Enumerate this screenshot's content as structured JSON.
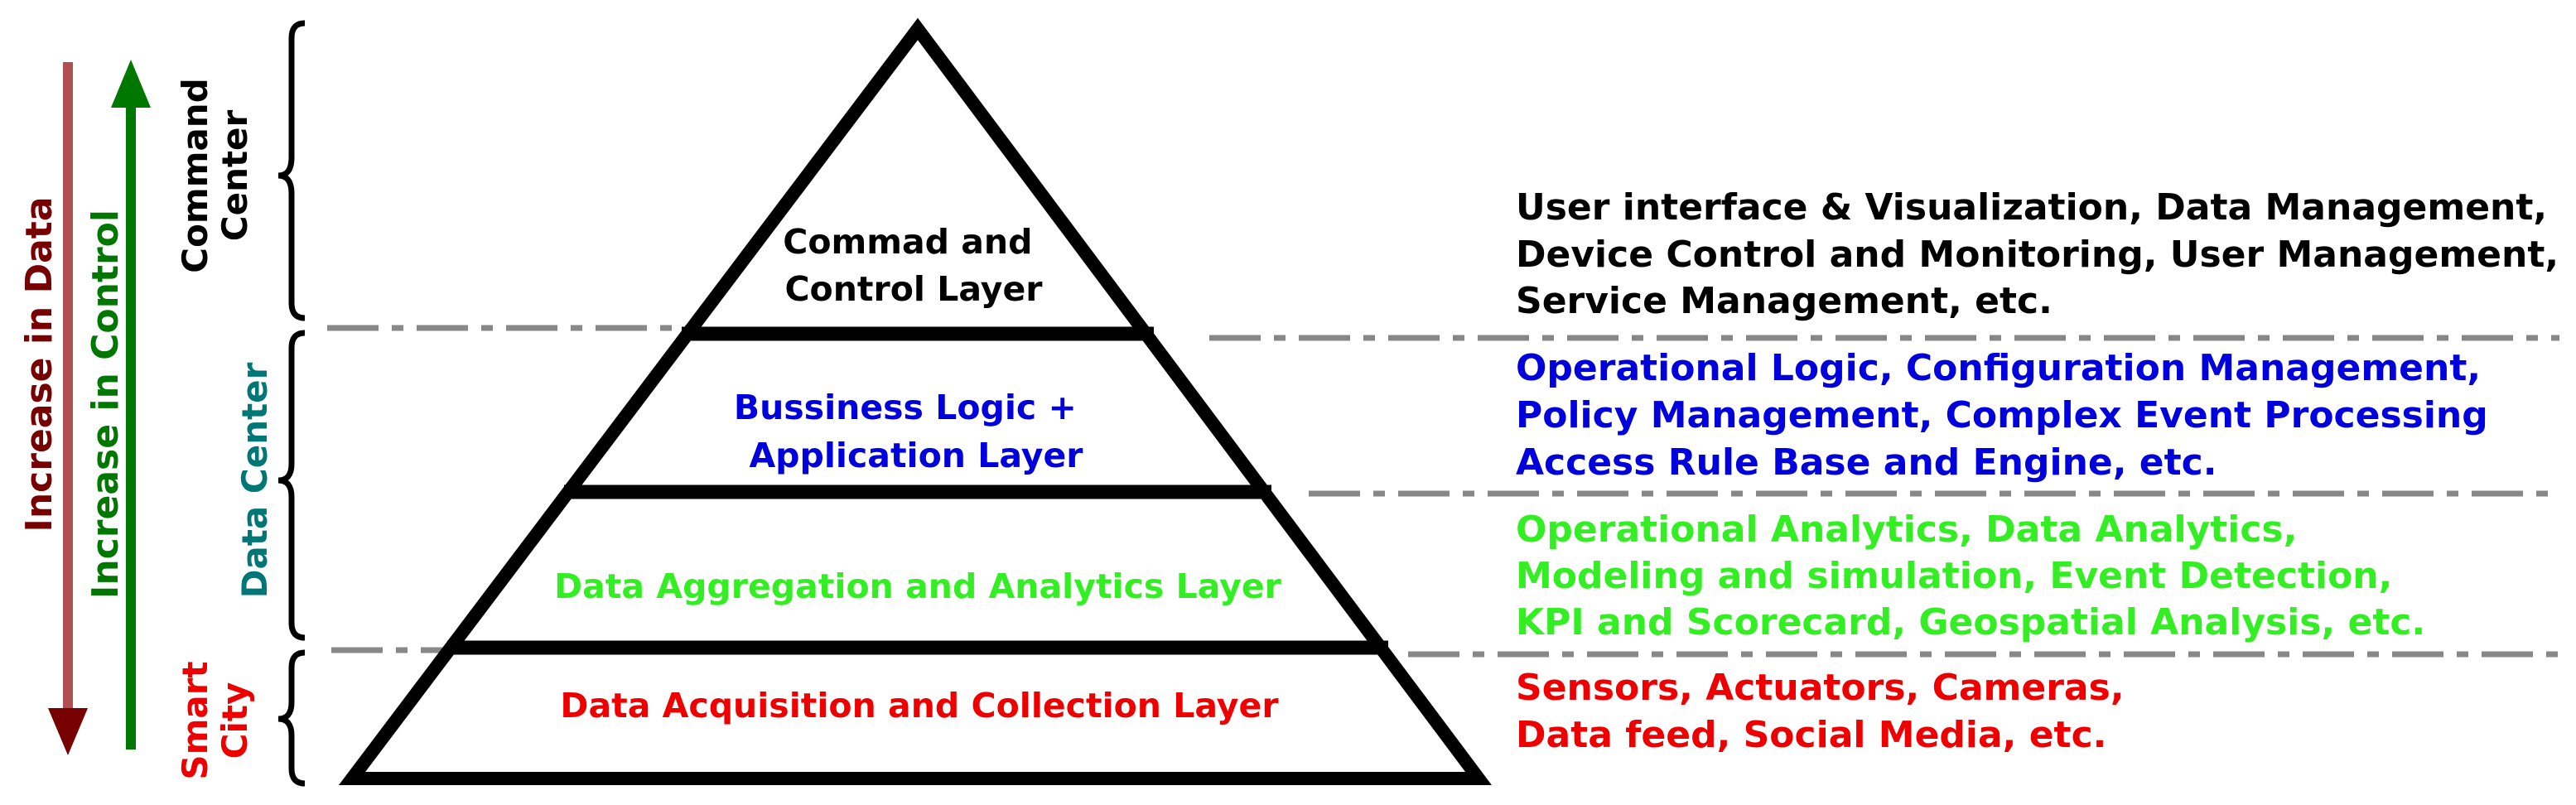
{
  "colors": {
    "black": "#000000",
    "blue": "#0000dd",
    "green": "#33ee22",
    "red": "#ee0000",
    "teal": "#007777",
    "dark_red": "#770000",
    "arrow_red": "#b05050",
    "dark_green": "#007700",
    "divider": "#888888"
  },
  "arrows": {
    "data": "Increase in Data",
    "control": "Increase in Control"
  },
  "side_labels": {
    "command_center": [
      "Command",
      "Center"
    ],
    "data_center": "Data Center",
    "smart_city": [
      "Smart",
      "City"
    ]
  },
  "layers": [
    {
      "lines": [
        "Commad and",
        "Control Layer"
      ]
    },
    {
      "lines": [
        "Bussiness Logic +",
        "Application Layer"
      ]
    },
    {
      "lines": [
        "Data Aggregation and Analytics Layer"
      ]
    },
    {
      "lines": [
        "Data Acquisition and Collection Layer"
      ]
    }
  ],
  "descriptions": [
    [
      "User interface & Visualization, Data Management,",
      "Device Control and Monitoring, User Management,",
      "Service Management, etc."
    ],
    [
      "Operational Logic, Configuration Management,",
      "Policy Management, Complex Event Processing",
      "Access Rule Base and Engine, etc."
    ],
    [
      "Operational Analytics, Data Analytics,",
      "Modeling and simulation, Event Detection,",
      "KPI and Scorecard, Geospatial Analysis, etc."
    ],
    [
      "Sensors, Actuators, Cameras,",
      "Data feed, Social Media, etc."
    ]
  ]
}
